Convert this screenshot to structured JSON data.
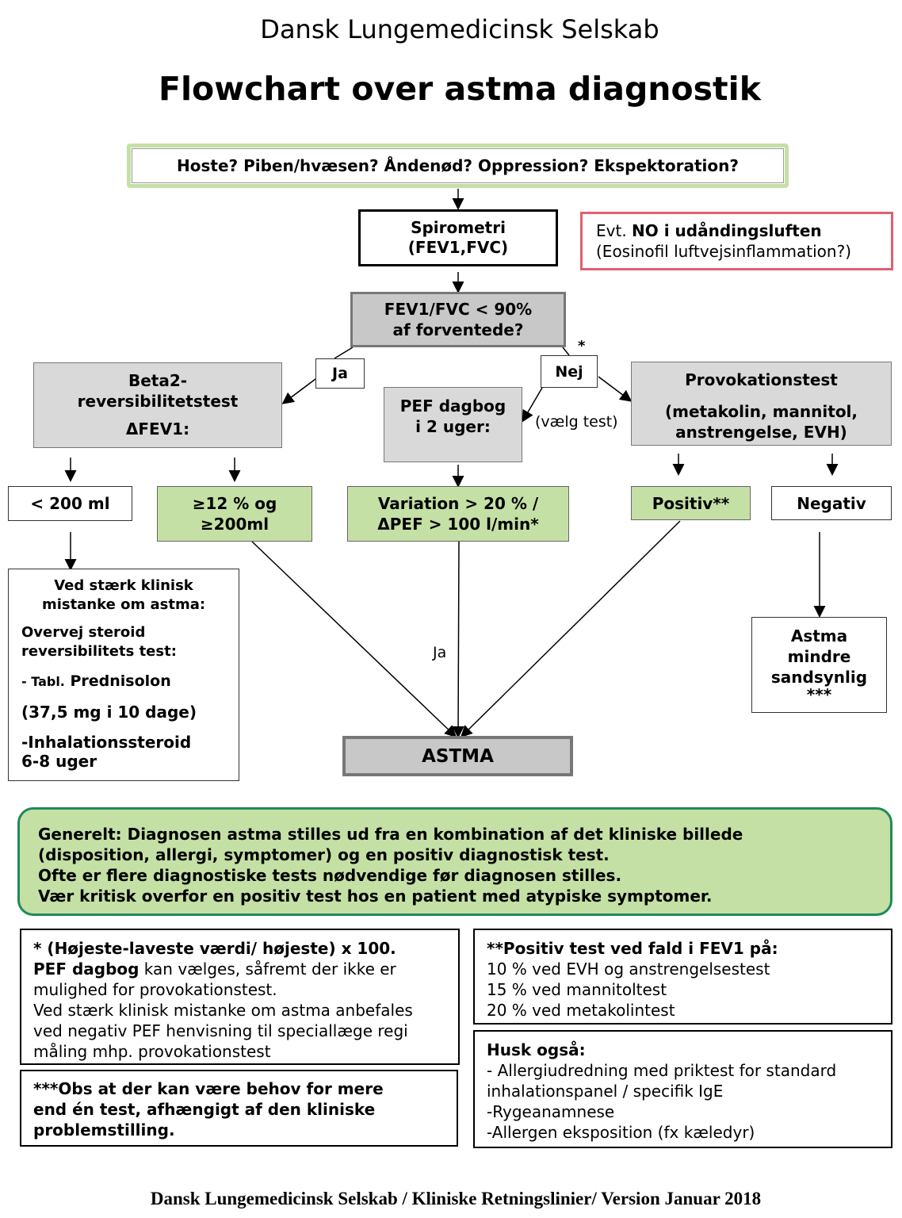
{
  "header": {
    "society": "Dansk Lungemedicinsk Selskab",
    "title": "Flowchart over astma diagnostik"
  },
  "symptoms": "Hoste? Piben/hvæsen? Åndenød? Oppression? Ekspektoration?",
  "spirometry": {
    "line1": "Spirometri",
    "line2": "(FEV1,FVC)"
  },
  "no_box": {
    "prefix": "Evt. ",
    "bold": "NO i udåndingsluften",
    "line2": "(Eosinofil luftvejsinflammation?)"
  },
  "ratio": {
    "line1": "FEV1/FVC < 90%",
    "line2": "af forventede?"
  },
  "ja_label": "Ja",
  "nej_label": "Nej",
  "asterisk": "*",
  "choose_test": "(vælg test)",
  "beta2": {
    "line1": "Beta2-",
    "line2": "reversibilitetstest",
    "line3": "ΔFEV1:"
  },
  "pef": {
    "line1": "PEF dagbog",
    "line2": "i 2 uger:"
  },
  "provokation": {
    "line1": "Provokationstest",
    "line2": "(metakolin, mannitol,",
    "line3": "anstrengelse, EVH)"
  },
  "lt200": "< 200 ml",
  "ge12": {
    "line1": "≥12 % og",
    "line2": "≥200ml"
  },
  "variation": {
    "line1": "Variation > 20 % /",
    "line2": "ΔPEF > 100 l/min*"
  },
  "positiv": "Positiv**",
  "negativ": "Negativ",
  "steroid": {
    "line1": "Ved stærk klinisk",
    "line2": "mistanke om astma:",
    "line3": "Overvej steroid",
    "line4": "reversibilitets test:",
    "line5a": " - Tabl.",
    "line5b": " Prednisolon",
    "line6": "(37,5 mg i 10 dage)",
    "line7": "-Inhalationssteroid",
    "line8": "6-8 uger"
  },
  "ja_mid": "Ja",
  "astma": "ASTMA",
  "astma_mindre": {
    "line1": "Astma",
    "line2": "mindre",
    "line3": "sandsynlig",
    "line4": "***"
  },
  "general": {
    "line1": "Generelt: Diagnosen astma stilles ud fra en kombination af det kliniske billede",
    "line2": "(disposition, allergi, symptomer) og en positiv diagnostisk test.",
    "line3": "Ofte er flere diagnostiske tests nødvendige før diagnosen stilles.",
    "line4": "Vær kritisk overfor en positiv test hos en patient med atypiske symptomer."
  },
  "note1": {
    "line1": "* (Højeste-laveste værdi/ højeste) x 100.",
    "line2a": "PEF dagbog",
    "line2b": " kan vælges, såfremt der ikke er",
    "line3": "mulighed for provokationstest.",
    "line4": "Ved stærk klinisk mistanke om astma anbefales",
    "line5": "ved negativ PEF henvisning til speciallæge regi",
    "line6": "måling mhp. provokationstest"
  },
  "note3": {
    "line1": "***Obs at der kan være behov for mere",
    "line2": "end én test, afhængigt af den kliniske",
    "line3": "problemstilling."
  },
  "note2": {
    "line1": "**Positiv test ved fald i FEV1 på:",
    "line2": "10 % ved EVH og anstrengelsestest",
    "line3": "15 % ved mannitoltest",
    "line4": "20 % ved metakolintest"
  },
  "husk": {
    "line1": "Husk også:",
    "line2": "- Allergiudredning med priktest for standard",
    "line3": "inhalationspanel / specifik IgE",
    "line4": "-Rygeanamnese",
    "line5": "-Allergen eksposition (fx kæledyr)"
  },
  "footer": "Dansk Lungemedicinsk Selskab / Kliniske Retningslinier/ Version Januar 2018",
  "colors": {
    "green": "#c5e0a5",
    "green_border": "#1e8a5a",
    "gray": "#d9d9d9",
    "red_border": "#e06070"
  }
}
